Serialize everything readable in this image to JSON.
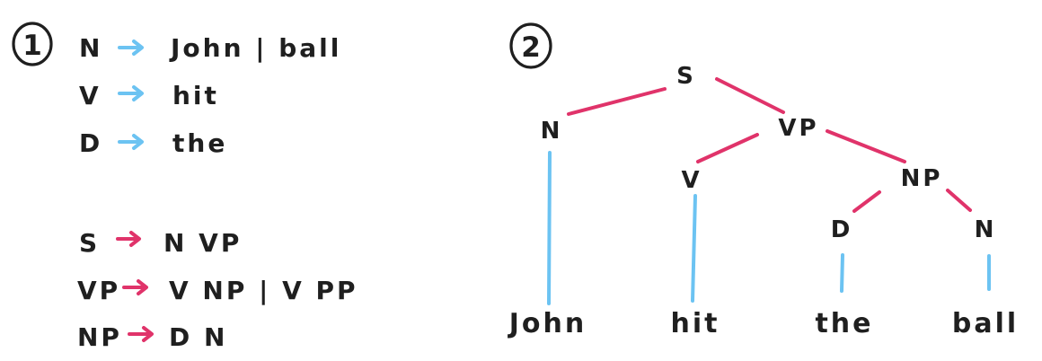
{
  "panel_markers": [
    "1",
    "2"
  ],
  "lexical_rules": [
    {
      "lhs": "N",
      "rhs": "John | ball"
    },
    {
      "lhs": "V",
      "rhs": "hit"
    },
    {
      "lhs": "D",
      "rhs": "the"
    }
  ],
  "phrase_rules": [
    {
      "lhs": "S",
      "rhs": "N  VP"
    },
    {
      "lhs": "VP",
      "rhs": "V  NP  |  V  PP"
    },
    {
      "lhs": "NP",
      "rhs": "D  N"
    }
  ],
  "tree": {
    "nodes": [
      {
        "id": "S",
        "label": "S"
      },
      {
        "id": "N1",
        "label": "N"
      },
      {
        "id": "VP",
        "label": "VP"
      },
      {
        "id": "V",
        "label": "V"
      },
      {
        "id": "NP",
        "label": "NP"
      },
      {
        "id": "D",
        "label": "D"
      },
      {
        "id": "N2",
        "label": "N"
      }
    ],
    "words": [
      {
        "id": "w1",
        "label": "John"
      },
      {
        "id": "w2",
        "label": "hit"
      },
      {
        "id": "w3",
        "label": "the"
      },
      {
        "id": "w4",
        "label": "ball"
      }
    ],
    "phrase_edges": [
      [
        "S",
        "N1"
      ],
      [
        "S",
        "VP"
      ],
      [
        "VP",
        "V"
      ],
      [
        "VP",
        "NP"
      ],
      [
        "NP",
        "D"
      ],
      [
        "NP",
        "N2"
      ]
    ],
    "lexical_edges": [
      [
        "N1",
        "w1"
      ],
      [
        "V",
        "w2"
      ],
      [
        "D",
        "w3"
      ],
      [
        "N2",
        "w4"
      ]
    ]
  },
  "colors": {
    "phrase_edge": "#e0336a",
    "lexical_edge": "#6cc3f2",
    "text": "#1f1f1f"
  }
}
